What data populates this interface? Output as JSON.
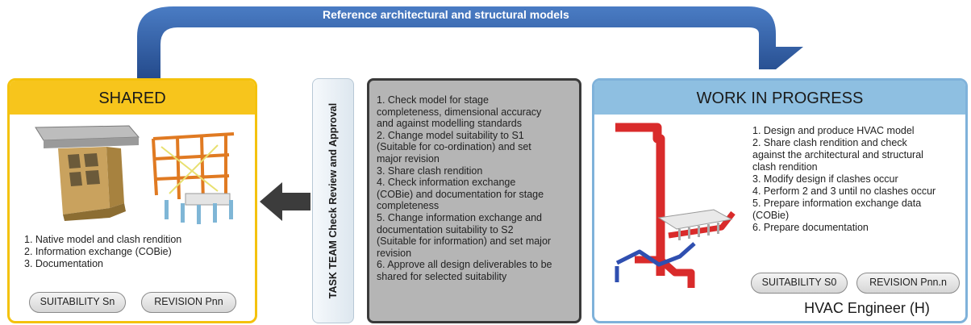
{
  "top_arrow": {
    "label": "Reference architectural and structural models"
  },
  "shared": {
    "title": "SHARED",
    "items": [
      "1. Native model and clash rendition",
      "2. Information exchange (COBie)",
      "3. Documentation"
    ],
    "badges": {
      "suitability": "SUITABILITY Sn",
      "revision": "REVISION Pnn"
    }
  },
  "task_team": {
    "label": "TASK TEAM Check Review and Approval",
    "steps": [
      "1. Check model for stage",
      "completeness, dimensional accuracy",
      "and against modelling standards",
      "2. Change model suitability to S1",
      "(Suitable for co-ordination) and set",
      "major revision",
      "3. Share clash rendition",
      "4. Check information exchange",
      "(COBie) and documentation for stage",
      "completeness",
      "5. Change information exchange and",
      "documentation suitability to S2",
      "(Suitable for information) and set major",
      "revision",
      "6. Approve all design deliverables to be",
      "shared for selected suitability"
    ]
  },
  "work_in_progress": {
    "title": "WORK IN PROGRESS",
    "items": [
      "1. Design and produce HVAC model",
      "2. Share clash rendition and check",
      "against the architectural and structural",
      "clash rendition",
      "3. Modify design if clashes occur",
      "4. Perform 2 and 3 until no clashes occur",
      "5. Prepare information exchange data",
      "(COBie)",
      "6. Prepare documentation"
    ],
    "badges": {
      "suitability": "SUITABILITY S0",
      "revision": "REVISION Pnn.n"
    },
    "role": "HVAC Engineer (H)"
  },
  "colors": {
    "arrow_blue": "#2f5fa6",
    "shared_yellow": "#f7c51c",
    "wip_blue": "#8ebfe1",
    "task_grey": "#b5b5b5",
    "left_arrow": "#3c3c3c",
    "hvac_red": "#d92b2b",
    "hvac_blue": "#2f4fb0"
  }
}
